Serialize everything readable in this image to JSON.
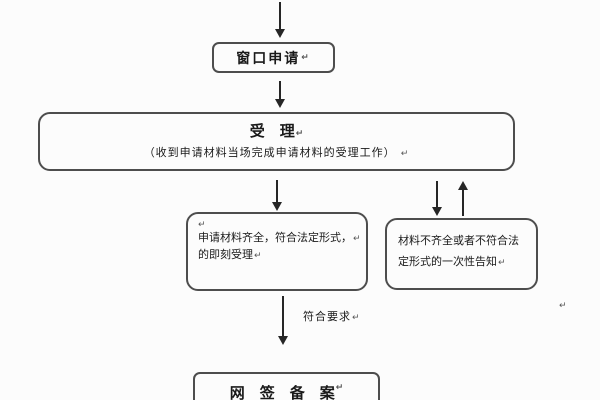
{
  "flowchart": {
    "type": "flowchart",
    "language": "zh-CN",
    "colors": {
      "background": "#fcfcfc",
      "border": "#4d4d4d",
      "arrow": "#262626",
      "text": "#1a1a1a",
      "muted": "#555555"
    },
    "nodes": {
      "window_application": {
        "label": "窗口申请",
        "return_mark": "↵"
      },
      "acceptance": {
        "title": "受　理",
        "title_return_mark": "↵",
        "subtitle": "（收到申请材料当场完成申请材料的受理工作）",
        "subtitle_return_mark": "↵"
      },
      "materials_complete": {
        "leading_return_mark": "↵",
        "line1": "申请材料齐全，符合法定形式，",
        "line1_return_mark": "↵",
        "line2": "的即刻受理",
        "line2_return_mark": "↵"
      },
      "materials_incomplete": {
        "line1": "材料不齐全或者不符合法",
        "line2": "定形式的一次性告知",
        "line2_return_mark": "↵"
      },
      "online_signing_record": {
        "label": "网　签　备　案",
        "return_mark": "↵"
      }
    },
    "edges": [
      {
        "from": "start",
        "to": "window_application",
        "direction": "down",
        "label": ""
      },
      {
        "from": "window_application",
        "to": "acceptance",
        "direction": "down",
        "label": ""
      },
      {
        "from": "acceptance",
        "to": "materials_complete",
        "direction": "down",
        "label": ""
      },
      {
        "from": "acceptance",
        "to": "materials_incomplete",
        "direction": "down",
        "label": ""
      },
      {
        "from": "materials_incomplete",
        "to": "acceptance",
        "direction": "up",
        "label": ""
      },
      {
        "from": "materials_complete",
        "to": "online_signing_record",
        "direction": "down",
        "label": "符合要求",
        "label_return_mark": "↵"
      }
    ],
    "stray_return_mark": "↵"
  }
}
